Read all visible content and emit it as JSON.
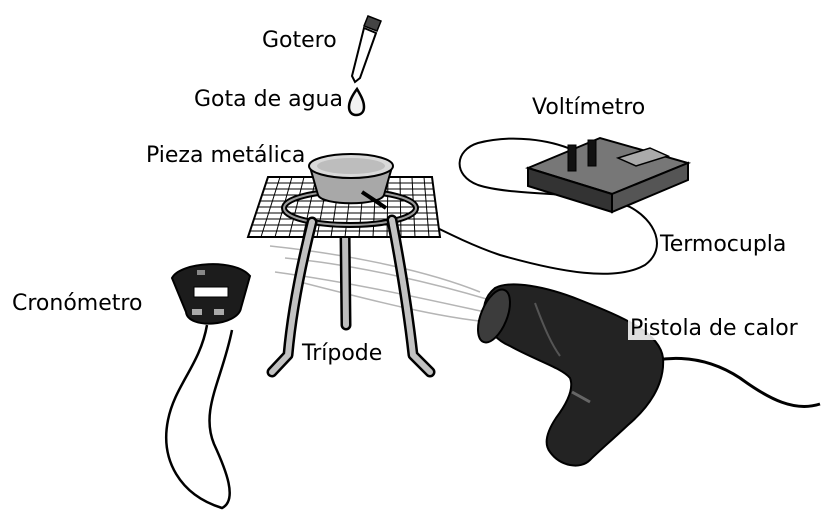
{
  "labels": {
    "dropper": "Gotero",
    "water_drop": "Gota de agua",
    "metal_piece": "Pieza metálica",
    "voltmeter": "Voltímetro",
    "thermocouple": "Termocupla",
    "stopwatch": "Cronómetro",
    "tripod": "Trípode",
    "heat_gun": "Pistola de calor"
  },
  "colors": {
    "ink": "#000000",
    "dark_fill": "#222222",
    "mid_fill": "#6e6e6e",
    "light_fill": "#c9c9c9",
    "background": "#ffffff"
  }
}
